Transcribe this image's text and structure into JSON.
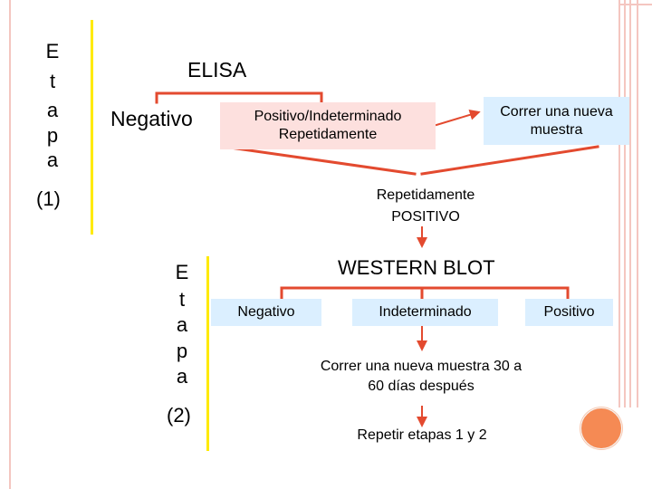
{
  "stage1": {
    "letters": [
      "E",
      "t",
      "a",
      "p",
      "a"
    ],
    "number": "(1)"
  },
  "stage2": {
    "letters": [
      "E",
      "t",
      "a",
      "p",
      "a"
    ],
    "number": "(2)"
  },
  "elisa": {
    "title": "ELISA",
    "negativo": "Negativo",
    "positivo_line1": "Positivo/Indeterminado",
    "positivo_line2": "Repetidamente",
    "correr_line1": "Correr una nueva",
    "correr_line2": "muestra",
    "repetidamente_line1": "Repetidamente",
    "repetidamente_line2": "POSITIVO"
  },
  "western": {
    "title": "WESTERN BLOT",
    "negativo": "Negativo",
    "indeterminado": "Indeterminado",
    "positivo": "Positivo",
    "correr_line1": "Correr una nueva muestra 30 a",
    "correr_line2": "60 días después",
    "repetir": "Repetir etapas 1 y 2"
  },
  "colors": {
    "connector": "#e34a2f",
    "pink_box": "#fde0de",
    "blue_box": "#dbefff",
    "stage_bar": "#ffea00",
    "decoration": "#f58a54"
  }
}
